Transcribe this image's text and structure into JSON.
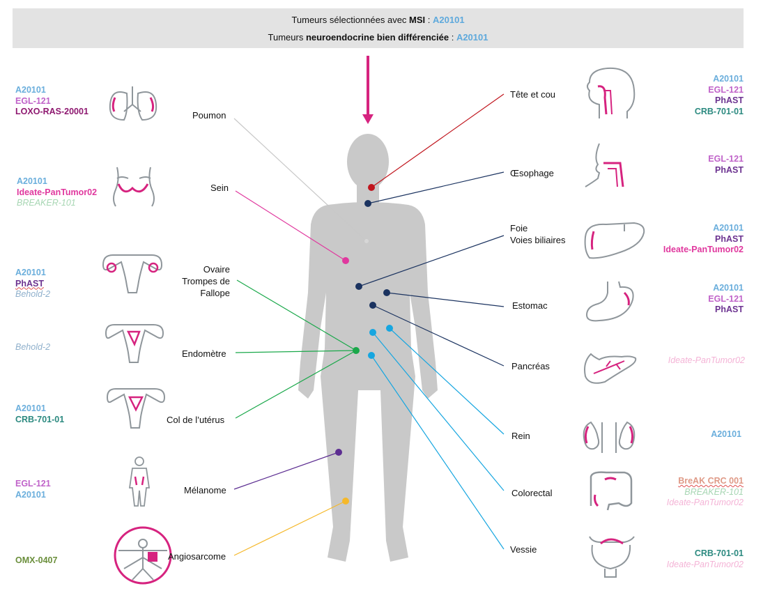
{
  "banner": {
    "line1_prefix": "Tumeurs sélectionnées avec ",
    "line1_bold": "MSI",
    "line1_sep": " : ",
    "line1_trial": "A20101",
    "line2_prefix": "Tumeurs ",
    "line2_bold": "neuroendocrine bien différenciée",
    "line2_sep": " : ",
    "line2_trial": "A20101"
  },
  "left_organs": [
    {
      "label": "Poumon",
      "icon": "lungs-icon",
      "trials": [
        "A20101",
        "EGL-121",
        "LOXO-RAS-20001"
      ]
    },
    {
      "label": "Sein",
      "icon": "breast-icon",
      "trials": [
        "A20101",
        "Ideate-PanTumor02",
        "BREAKER-101"
      ]
    },
    {
      "label": "Ovaire\nTrompes de\nFallope",
      "icon": "uterus-ovary-icon",
      "trials": [
        "A20101",
        "PhAST",
        "Behold-2"
      ]
    },
    {
      "label": "Endomètre",
      "icon": "uterus-endometrium-icon",
      "trials": [
        "Behold-2"
      ]
    },
    {
      "label": "Col de l’utérus",
      "icon": "uterus-cervix-icon",
      "trials": [
        "A20101",
        "CRB-701-01"
      ]
    },
    {
      "label": "Mélanome",
      "icon": "body-skin-icon",
      "trials": [
        "EGL-121",
        "A20101"
      ]
    },
    {
      "label": "Angiosarcome",
      "icon": "vitruvian-man-icon",
      "trials": [
        "OMX-0407"
      ]
    }
  ],
  "right_organs": [
    {
      "label": "Tête et cou",
      "icon": "head-neck-icon",
      "trials": [
        "A20101",
        "EGL-121",
        "PhAST",
        "CRB-701-01"
      ]
    },
    {
      "label": "Œsophage",
      "icon": "esophagus-icon",
      "trials": [
        "EGL-121",
        "PhAST"
      ]
    },
    {
      "label": "Foie\nVoies biliaires",
      "icon": "liver-icon",
      "trials": [
        "A20101",
        "PhAST",
        "Ideate-PanTumor02"
      ]
    },
    {
      "label": "Estomac",
      "icon": "stomach-icon",
      "trials": [
        "A20101",
        "EGL-121",
        "PhAST"
      ]
    },
    {
      "label": "Pancréas",
      "icon": "pancreas-icon",
      "trials": [
        "Ideate-PanTumor02"
      ]
    },
    {
      "label": "Rein",
      "icon": "kidneys-icon",
      "trials": [
        "A20101"
      ]
    },
    {
      "label": "Colorectal",
      "icon": "colon-icon",
      "trials": [
        "BreAK CRC 001",
        "BREAKER-101",
        "Ideate-PanTumor02"
      ]
    },
    {
      "label": "Vessie",
      "icon": "bladder-icon",
      "trials": [
        "CRB-701-01",
        "Ideate-PanTumor02"
      ]
    }
  ],
  "colors": {
    "banner_bg": "#e3e3e3",
    "body_silhouette": "#c9c9c9",
    "icon_stroke": "#8f969b",
    "icon_accent": "#d6237f",
    "arrow": "#d6237f",
    "line_poumon": "#c8c8c8",
    "line_sein": "#e0389e",
    "line_gyn": "#1aa84a",
    "line_melanome": "#5c2d91",
    "line_angiosarcome": "#f5b82a",
    "line_head": "#c0151d",
    "line_digestive": "#1b3360",
    "line_urinary": "#16a6e0"
  }
}
